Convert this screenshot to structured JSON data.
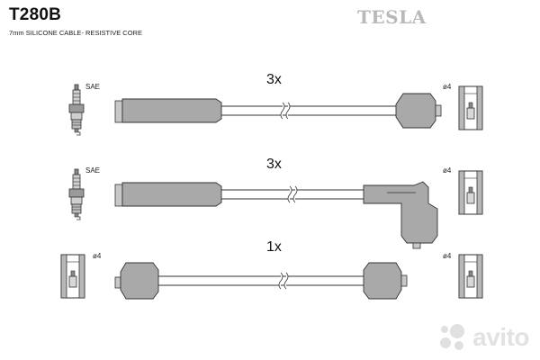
{
  "header": {
    "part_code": "T280B",
    "description": "7mm SILICONE CABLE- RESISTIVE CORE",
    "brand": "TESLA"
  },
  "rows": [
    {
      "quantity": "3x",
      "left_label": "SAE",
      "right_label": "ø4"
    },
    {
      "quantity": "3x",
      "left_label": "SAE",
      "right_label": "ø4"
    },
    {
      "quantity": "1x",
      "left_label": "ø4",
      "right_label": "ø4"
    }
  ],
  "watermark": {
    "text": "avito",
    "icon": "avito-dots-icon"
  },
  "colors": {
    "boot": "#a9a9a9",
    "outline": "#333333",
    "brand": "#b9b9b9"
  }
}
